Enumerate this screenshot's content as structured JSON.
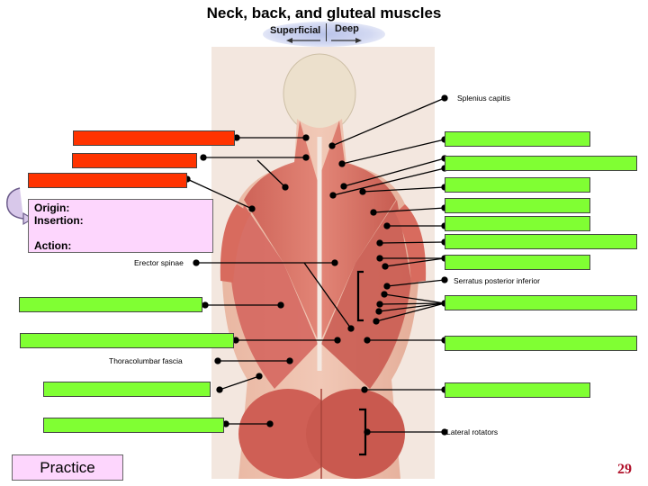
{
  "title": "Neck, back, and gluteal muscles",
  "toggle": {
    "superficial": "Superficial",
    "deep": "Deep"
  },
  "info_box": {
    "origin": "Origin:",
    "insertion": "Insertion:",
    "action": "Action:"
  },
  "labels": {
    "splenius_capitis": "Splenius capitis",
    "erector_spinae": "Erector spinae",
    "serratus_posterior_inferior": "Serratus posterior inferior",
    "thoracolumbar_fascia": "Thoracolumbar fascia",
    "lateral_rotators": "Lateral rotators"
  },
  "practice_button": "Practice",
  "page_number": "29",
  "colors": {
    "hidden_label_red": "#ff3300",
    "hidden_label_green": "#80ff33",
    "info_box": "#fdd6fd",
    "page_number": "#b0102a"
  }
}
